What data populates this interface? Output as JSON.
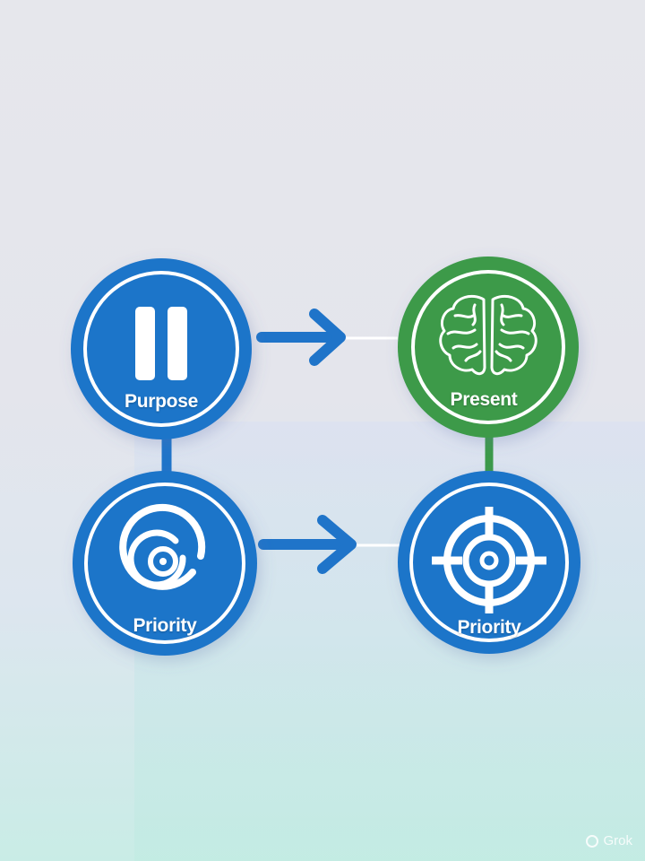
{
  "nodes": [
    {
      "id": "purpose",
      "label": "Purpose",
      "icon": "pause-icon",
      "color": "#1f74c9"
    },
    {
      "id": "present",
      "label": "Present",
      "icon": "brain-icon",
      "color": "#3c9a49"
    },
    {
      "id": "priority-left",
      "label": "Priority",
      "icon": "spiral-target-icon",
      "color": "#1f74c9"
    },
    {
      "id": "priority-right",
      "label": "Priority",
      "icon": "crosshair-icon",
      "color": "#1f74c9"
    }
  ],
  "edges": [
    {
      "from": "purpose",
      "to": "present",
      "type": "arrow"
    },
    {
      "from": "priority-left",
      "to": "priority-right",
      "type": "arrow"
    },
    {
      "from": "purpose",
      "to": "priority-left",
      "type": "line"
    },
    {
      "from": "present",
      "to": "priority-right",
      "type": "line"
    }
  ],
  "watermark": {
    "text": "Grok",
    "icon": "grok-icon"
  }
}
